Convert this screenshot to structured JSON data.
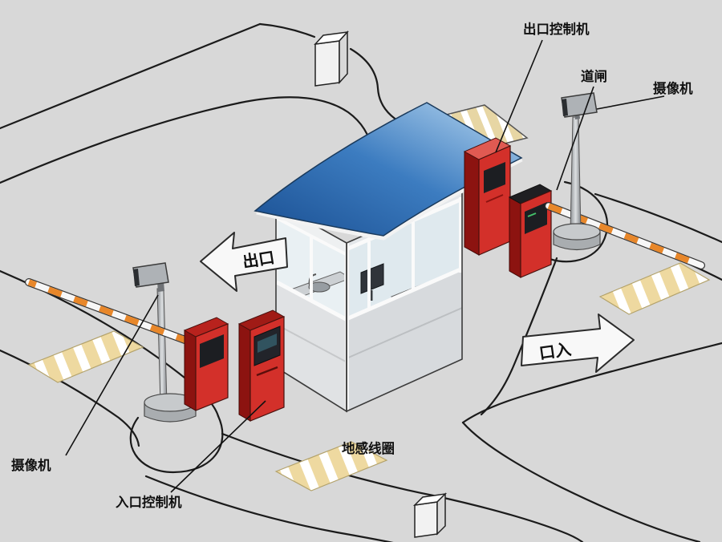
{
  "diagram": {
    "labels": {
      "exit_controller": "出口控制机",
      "barrier_gate": "道闸",
      "camera_right": "摄像机",
      "camera_left": "摄像机",
      "entrance_controller": "入口控制机",
      "ground_coil": "地感线圈",
      "exit_arrow": "出口",
      "entrance_arrow": "口入"
    },
    "colors": {
      "background": "#d8d8d8",
      "roof_blue": "#3c7cc0",
      "machine_red": "#d3302a",
      "machine_red_dark": "#8c1310",
      "arm_orange": "#e8872a",
      "coil_tan": "#eed9a0",
      "road_line": "#1b1b1b"
    }
  }
}
